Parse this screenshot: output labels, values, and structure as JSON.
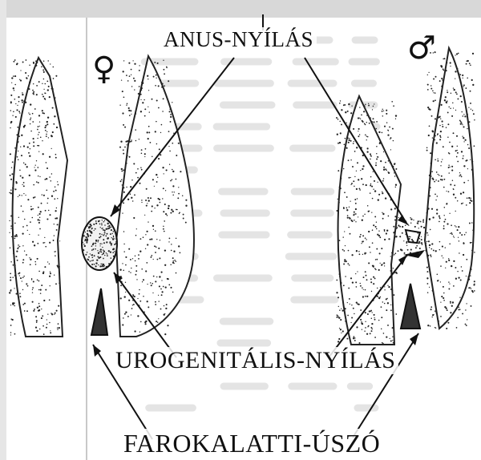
{
  "labels": {
    "anus": "ANUS-NYÍLÁS",
    "urogenital": "UROGENITÁLIS-NYÍLÁS",
    "tail_fin": "FAROKALATTI-ÚSZÓ"
  },
  "symbols": {
    "female": "♀",
    "male": "♂"
  },
  "colors": {
    "ink": "#111111",
    "background": "#ffffff",
    "background_text": "#9a9a9a"
  }
}
